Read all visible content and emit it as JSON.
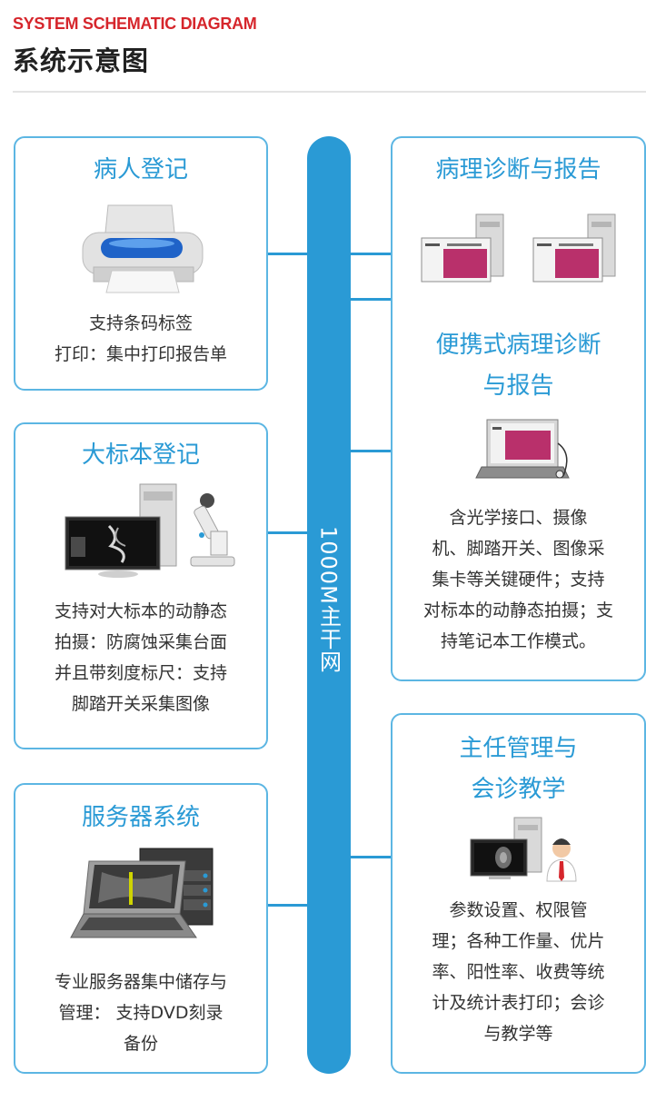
{
  "header": {
    "title_en": "SYSTEM SCHEMATIC DIAGRAM",
    "title_cn": "系统示意图"
  },
  "network": {
    "label": "1000M主干网"
  },
  "cards": {
    "patient_registration": {
      "title": "病人登记",
      "desc_lines": [
        "支持条码标签",
        "打印：集中打印报告单"
      ]
    },
    "large_specimen": {
      "title": "大标本登记",
      "desc_lines": [
        "支持对大标本的动静态",
        "拍摄：防腐蚀采集台面",
        "并且带刻度标尺：支持",
        "脚踏开关采集图像"
      ]
    },
    "server_system": {
      "title": "服务器系统",
      "desc_lines": [
        "专业服务器集中储存与",
        "管理：  支持DVD刻录",
        "备份"
      ]
    },
    "pathology_report": {
      "title": "病理诊断与报告"
    },
    "portable_pathology": {
      "title_lines": [
        "便携式病理诊断",
        "与报告"
      ],
      "desc_lines": [
        "含光学接口、摄像",
        "机、脚踏开关、图像采",
        "集卡等关键硬件；支持",
        "对标本的动静态拍摄；支",
        "持笔记本工作模式。"
      ]
    },
    "director_management": {
      "title_lines": [
        "主任管理与",
        "会诊教学"
      ],
      "desc_lines": [
        "参数设置、权限管",
        "理；各种工作量、优片",
        "率、阳性率、收费等统",
        "计及统计表打印；会诊",
        "与教学等"
      ]
    }
  },
  "colors": {
    "accent_blue": "#2a9ad5",
    "card_border": "#5cb6e3",
    "header_red": "#d6262c"
  }
}
